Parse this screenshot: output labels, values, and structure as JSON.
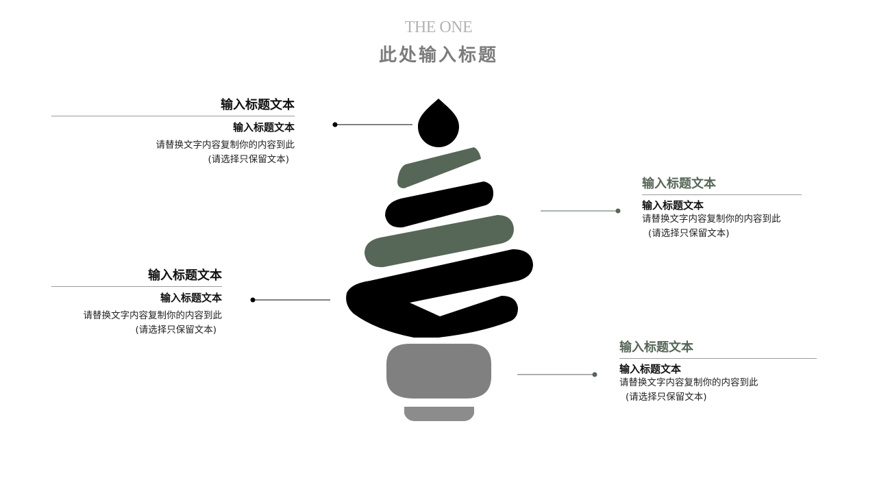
{
  "header": {
    "subtitle_en": "THE ONE",
    "title_cn": "此处输入标题"
  },
  "colors": {
    "green": "#566657",
    "black": "#000000",
    "gray": "#808080",
    "lightgray": "#8c8c8c"
  },
  "items": [
    {
      "title": "输入标题文本",
      "subtitle": "输入标题文本",
      "body_line1": "请替换文字内容复制你的内容到此",
      "body_line2": "(请选择只保留文本)"
    },
    {
      "title": "输入标题文本",
      "subtitle": "输入标题文本",
      "body_line1": "请替换文字内容复制你的内容到此",
      "body_line2": "(请选择只保留文本)"
    },
    {
      "title": "输入标题文本",
      "subtitle": "输入标题文本",
      "body_line1": "请替换文字内容复制你的内容到此",
      "body_line2": "(请选择只保留文本)"
    },
    {
      "title": "输入标题文本",
      "subtitle": "输入标题文本",
      "body_line1": "请替换文字内容复制你的内容到此",
      "body_line2": "(请选择只保留文本)"
    }
  ]
}
